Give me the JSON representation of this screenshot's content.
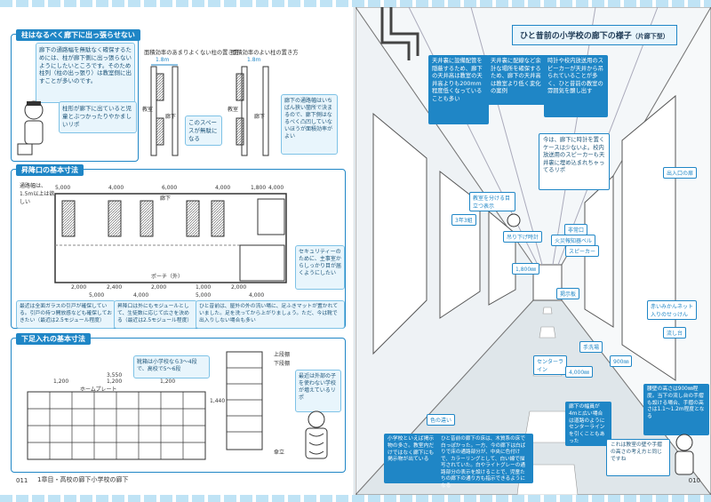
{
  "left_page": {
    "sec1_title": "柱はなるべく廊下に出っ張らせない",
    "sec1_note_a": "廊下の通路幅を無駄なく確保するためには、柱が廊下側に出っ張らないようにしたいところです。そのため柱列（柱の出っ張り）は教室側に出すことが多いのです。",
    "sec1_note_b": "柱形が廊下に出ていると児童とぶつかったりやかましいリポ",
    "diagA_title": "面積効率のあまりよくない柱の置き方",
    "diagA_dim": "1.8m",
    "diagA_left": "教室",
    "diagA_right": "廊下",
    "diagA_note": "このスペースが無駄になる",
    "diagB_title": "面積効率のよい柱の置き方",
    "diagB_dim": "1.8m",
    "diagB_left": "教室",
    "diagB_right": "廊下",
    "diagB_note": "廊下の通路幅はいちばん狭い箇所で決まるので、廊下側はなるべく凸凹していないほうが面積効率がよい",
    "sec2_title": "昇降口の基本寸法",
    "sec2_dims": [
      "5,000",
      "4,000",
      "6,000",
      "4,000",
      "1,800",
      "4,000"
    ],
    "sec2_label_width": "通路幅は、1.5m以上は欲しい",
    "sec2_corridor": "廊下",
    "sec2_porch": "ポーチ（外）",
    "sec2_security": "セキュリティーのために、主事室からしっかり目が届くようにしたい",
    "sec2_bottom_dims": [
      "2,000",
      "2,400",
      "2,000",
      "1,000",
      "2,000"
    ],
    "sec2_bottom_totals": [
      "5,000",
      "4,000",
      "5,000",
      "4,000"
    ],
    "sec2_note_a": "最近は全面ガラスの引戸が確保している。引戸の持つ開放感なども確保しておきたい（最近は2.5モジュール程度）",
    "sec2_note_b": "昇降口は外にもモジュールとして、生徒数に応じて広さを決める（最近は2.5モジュール程度）",
    "sec2_note_c": "ひと昔前は、屋外の外の流い場に、足ふきマットが置かれていました。足を洗ってから上がりましょう。ただ、今は靴で出入りしない場合も多い",
    "sec3_title": "下足入れの基本寸法",
    "sec3_note": "靴箱は小学校なら3～4段で、高校で5～6段",
    "sec3_dims": [
      "3,550",
      "1,200",
      "1,200",
      "1,200"
    ],
    "sec3_base": "ホームプレート",
    "sec3_side_labels": [
      "上段棚",
      "下段棚",
      "傘立"
    ],
    "sec3_height": "1,440",
    "sec3_bubble": "最近は外部の子を使わない学校が増えているリポ",
    "footer_page": "011",
    "footer_chapter": "1章目・高校の廊下小学校の廊下"
  },
  "right_page": {
    "title": "ひと昔前の小学校の廊下の様子",
    "title_sub": "（片廊下型）",
    "c1": "天井裏に設備配管を隠蔽するため、廊下の天井高は教室の天井高よりも200mm程度低くなっていることも多い",
    "c2": "天井裏に配線など余計な場所を確保するため、廊下の天井高は教室より低く変化の案例",
    "c3": "時計や校内放送用のスピーカーが天井から吊られていることが多く、ひと昔前の教室の雰囲気を醸し出す",
    "c4": "今は、廊下に時計を置くケースは少ないよ。校内放送用のスピーカーも天井裏に埋め込まれちゃってるリポ",
    "tag_classroom": "教室を分ける目立つ表示",
    "tag_signboard": "3年3組",
    "tag_clock": "吊り下げ時計",
    "tag_speaker": "スピーカー",
    "tag_exit": "非常口",
    "tag_bell": "火災報知器ベル",
    "dim_ceiling": "1,800㎜",
    "tag_board": "掲示板",
    "tag_center": "センターライン",
    "tag_floor": "色の違い",
    "tag_width": "4,000㎜",
    "tag_hook": "赤いみかんネット入りのせっけん",
    "tag_sink": "流し台",
    "tag_hand": "手洗場",
    "tag_900": "900㎜",
    "tag_exit_sign": "出入口の扉",
    "c5": "小学校といえば掲示物の多さ。教室内だけではなく廊下にも掲示物が出ている",
    "c6": "ひと昔前の廊下の床は、木質系の床で白っぽかった。一方、今の廊下は白ばりで床の通路部分が、中央に色付けで、カラーリングとして、白い線で描写されていた。白やライトグレーの通路部分の表示を設けることで、児童たちの廊下の通り方も指示できるようになる",
    "c7": "廊下の幅員が4mと広い場合は道路のようにセンターラインを引くこともあった",
    "c8": "腰壁の高さは900㎜程度。当下の流し台の手摺も設ける場合、手摺の高さは1.1～1.2m程度となる",
    "c9": "これは教室の壁や手摺の高さの考え方と同じですね",
    "footer_page": "010"
  }
}
